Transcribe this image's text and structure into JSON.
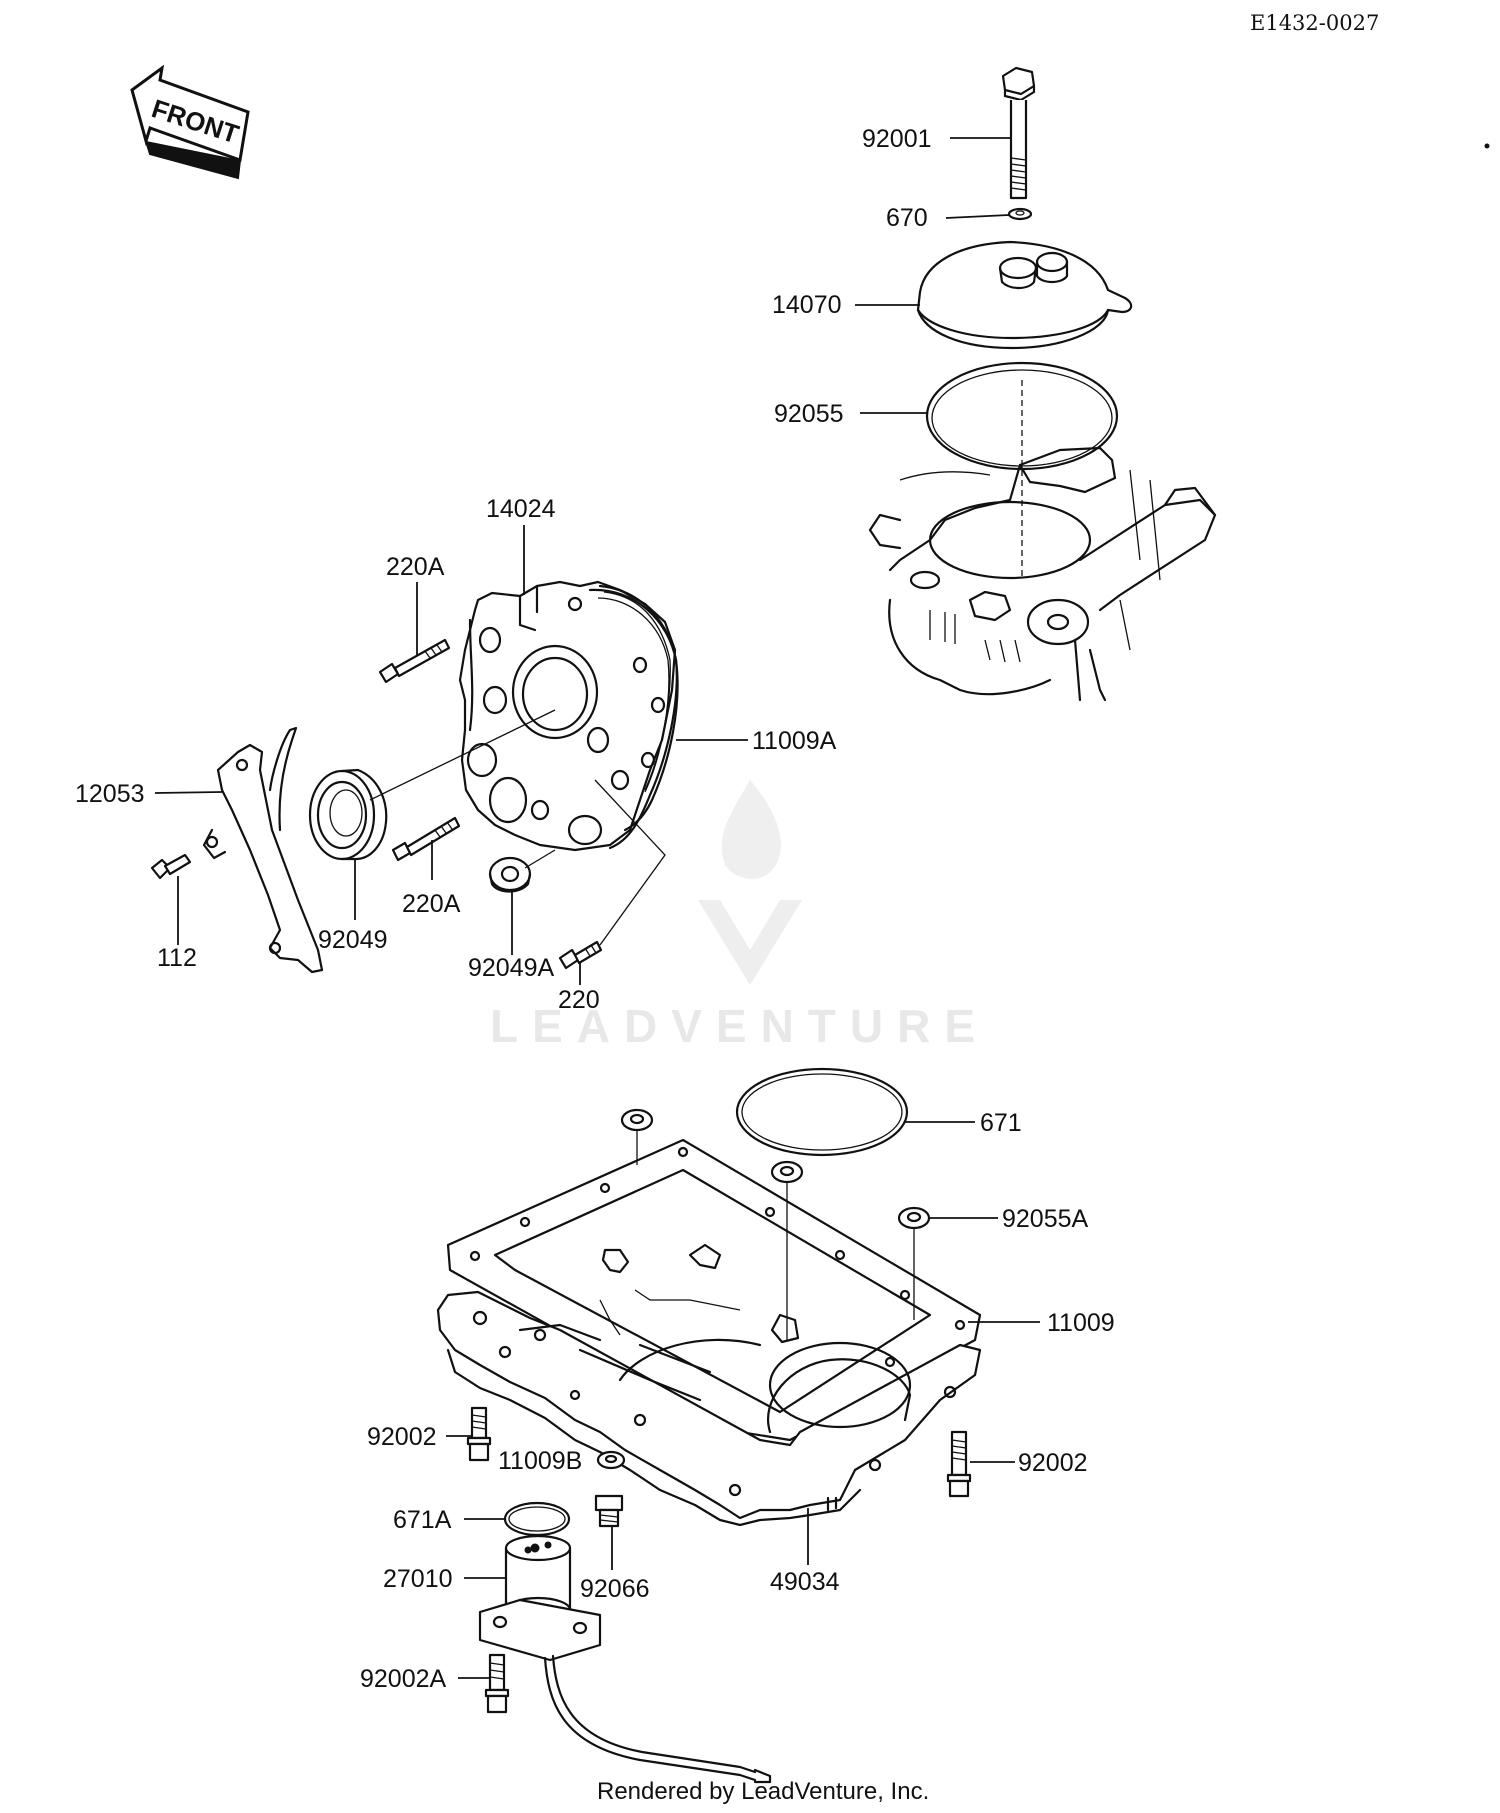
{
  "diagram_code": "E1432-0027",
  "front_label": "FRONT",
  "watermark_brand": "LEADVENTURE",
  "footer": "Rendered by LeadVenture, Inc.",
  "labels": {
    "p92001": "92001",
    "p670": "670",
    "p14070": "14070",
    "p92055": "92055",
    "p14024": "14024",
    "p220a_top": "220A",
    "p11009a": "11009A",
    "p12053": "12053",
    "p112": "112",
    "p92049": "92049",
    "p220a_bot": "220A",
    "p92049a": "92049A",
    "p220": "220",
    "p671": "671",
    "p92055a": "92055A",
    "p11009": "11009",
    "p92002_left": "92002",
    "p11009b": "11009B",
    "p92002_right": "92002",
    "p671a": "671A",
    "p27010": "27010",
    "p92066": "92066",
    "p49034": "49034",
    "p92002a": "92002A"
  }
}
